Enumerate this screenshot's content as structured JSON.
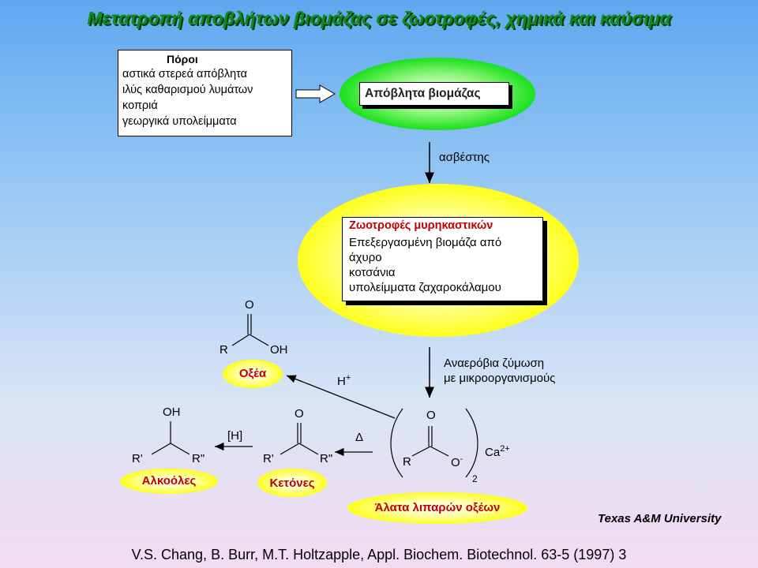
{
  "title": "Μετατροπή αποβλήτων βιομάζας σε ζωοτροφές, χημικά και καύσιμα",
  "sources": {
    "title": "Πόροι",
    "lines": [
      "αστικά στερεά απόβλητα",
      "ιλύς καθαρισμού λυμάτων",
      "κοπριά",
      "γεωργικά υπολείμματα"
    ]
  },
  "biomass_waste": "Απόβλητα βιομάζας",
  "step_lime": "ασβέστης",
  "feeds": {
    "title": "Ζωοτροφές μυρηκαστικών",
    "lines": [
      "Επεξεργασμένη βιομάζα από",
      "άχυρο",
      "κοτσάνια",
      "υπολείμματα ζαχαροκάλαμου"
    ]
  },
  "step_fermentation": [
    "Αναερόβια ζύμωση",
    "με μικροοργανισμούς"
  ],
  "acids": {
    "label": "Οξέα",
    "atom_O": "O",
    "atom_R": "R",
    "atom_OH": "OH"
  },
  "h_plus": {
    "base": "H",
    "sup": "+"
  },
  "salts": {
    "label": "Άλατα λιπαρών οξέων",
    "atom_O": "O",
    "atom_R": "R",
    "atom_Ominus": "O",
    "minus": "-",
    "cation": "Ca",
    "charge": "2+",
    "subscript": "2"
  },
  "delta": "Δ",
  "ketones": {
    "label": "Κετόνες",
    "atom_O": "O",
    "atom_R1": "R'",
    "atom_R2": "R\""
  },
  "reduction": "[H]",
  "alcohols": {
    "label": "Αλκοόλες",
    "atom_OH": "OH",
    "atom_R1": "R'",
    "atom_R2": "R\""
  },
  "credit": "Texas A&M University",
  "citation": "V.S. Chang, B. Burr, M.T. Holtzapple, Appl. Biochem. Biotechnol. 63-5 (1997) 3",
  "colors": {
    "title": "#0e8a1c",
    "highlight_red": "#c00000",
    "green_ellipse": "#19e01c",
    "yellow_ellipse": "#ffff1a"
  }
}
